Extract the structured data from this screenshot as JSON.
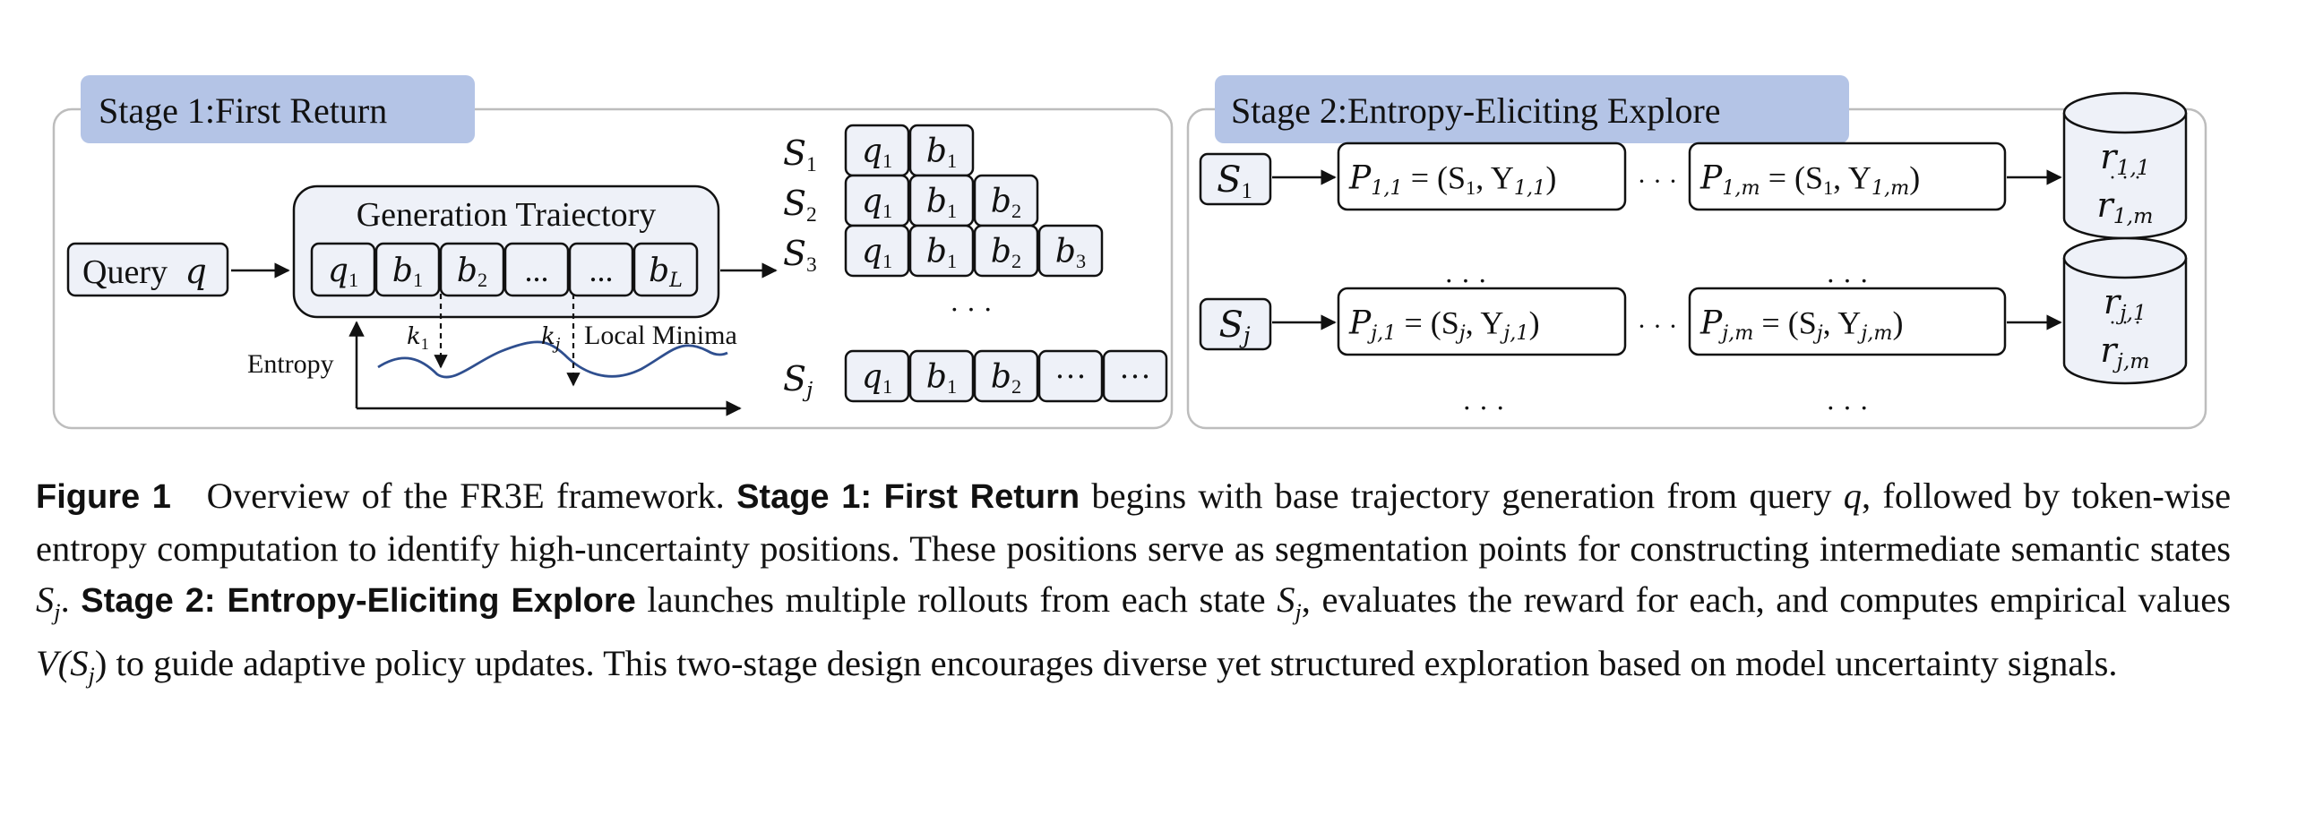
{
  "stage1": {
    "title": "Stage 1:First Return",
    "query_label": "Query",
    "query_symbol": "q",
    "trajectory_title": "Generation Traiectory",
    "trajectory_tokens": [
      "q",
      "b",
      "b",
      "...",
      "...",
      "b"
    ],
    "trajectory_subs": [
      "1",
      "1",
      "2",
      "",
      "",
      "L"
    ],
    "entropy_label": "Entropy",
    "k1": "k",
    "k1_sub": "1",
    "kj": "k",
    "kj_sub": "j",
    "local_minima_label": "Local Minima",
    "states": [
      {
        "name": "S",
        "sub": "1",
        "tokens": [
          "q",
          "b"
        ],
        "subs": [
          "1",
          "1"
        ]
      },
      {
        "name": "S",
        "sub": "2",
        "tokens": [
          "q",
          "b",
          "b"
        ],
        "subs": [
          "1",
          "1",
          "2"
        ]
      },
      {
        "name": "S",
        "sub": "3",
        "tokens": [
          "q",
          "b",
          "b",
          "b"
        ],
        "subs": [
          "1",
          "1",
          "2",
          "3"
        ]
      },
      {
        "name": "S",
        "sub": "j",
        "tokens": [
          "q",
          "b",
          "b",
          "···",
          "···"
        ],
        "subs": [
          "1",
          "1",
          "2",
          "",
          ""
        ]
      }
    ],
    "vdots": "· · ·"
  },
  "stage2": {
    "title": "Stage 2:Entropy-Eliciting Explore",
    "row1": {
      "state": "S",
      "state_sub": "1",
      "p_first": "P",
      "p_first_sub": "1,1",
      "p_first_eq": " = (S",
      "p_first_eq_sub": "1",
      "p_first_y": ", Y",
      "p_first_y_sub": "1,1",
      "p_first_close": ")",
      "p_last": "P",
      "p_last_sub": "1,m",
      "p_last_eq": " = (S",
      "p_last_eq_sub": "1",
      "p_last_y": ", Y",
      "p_last_y_sub": "1,m",
      "p_last_close": ")",
      "r_top": "r",
      "r_top_sub": "1,1",
      "r_bot": "r",
      "r_bot_sub": "1,m"
    },
    "row2": {
      "state": "S",
      "state_sub": "j",
      "p_first": "P",
      "p_first_sub": "j,1",
      "p_first_eq": " = (S",
      "p_first_eq_sub": "j",
      "p_first_y": ", Y",
      "p_first_y_sub": "j,1",
      "p_first_close": ")",
      "p_last": "P",
      "p_last_sub": "j,m",
      "p_last_eq": " = (S",
      "p_last_eq_sub": "j",
      "p_last_y": ", Y",
      "p_last_y_sub": "j,m",
      "p_last_close": ")",
      "r_top": "r",
      "r_top_sub": "j,1",
      "r_bot": "r",
      "r_bot_sub": "j,m"
    },
    "between_dots": "· · ·",
    "col_dots": "· · ·",
    "db_dots": "· · ·"
  },
  "caption": {
    "fig_label": "Figure 1",
    "t1": "Overview of the FR3E framework.",
    "stage1_bold": "Stage 1: First Return",
    "t2": "begins with base trajectory generation from query",
    "q": "q",
    "t3": ", followed by token-wise entropy computation to identify high-uncertainty positions. These positions serve as segmentation points for constructing intermediate semantic states",
    "sj1": "S",
    "sj1_sub": "j",
    "t4": ".",
    "stage2_bold": "Stage 2: Entropy-Eliciting Explore",
    "t5": "launches multiple rollouts from each state",
    "sj2": "S",
    "sj2_sub": "j",
    "t6": ", evaluates the reward for each, and computes empirical values",
    "v": "V",
    "v_open": "(S",
    "v_sub": "j",
    "v_close": ")",
    "t7": "to guide adaptive policy updates. This two-stage design encourages diverse yet structured exploration based on model uncertainty signals."
  },
  "colors": {
    "stage_tab": "#b4c4e6",
    "panel_border": "#bdbdbd",
    "token_fill": "#eef1f8",
    "entropy_curve": "#2f4f8f"
  }
}
